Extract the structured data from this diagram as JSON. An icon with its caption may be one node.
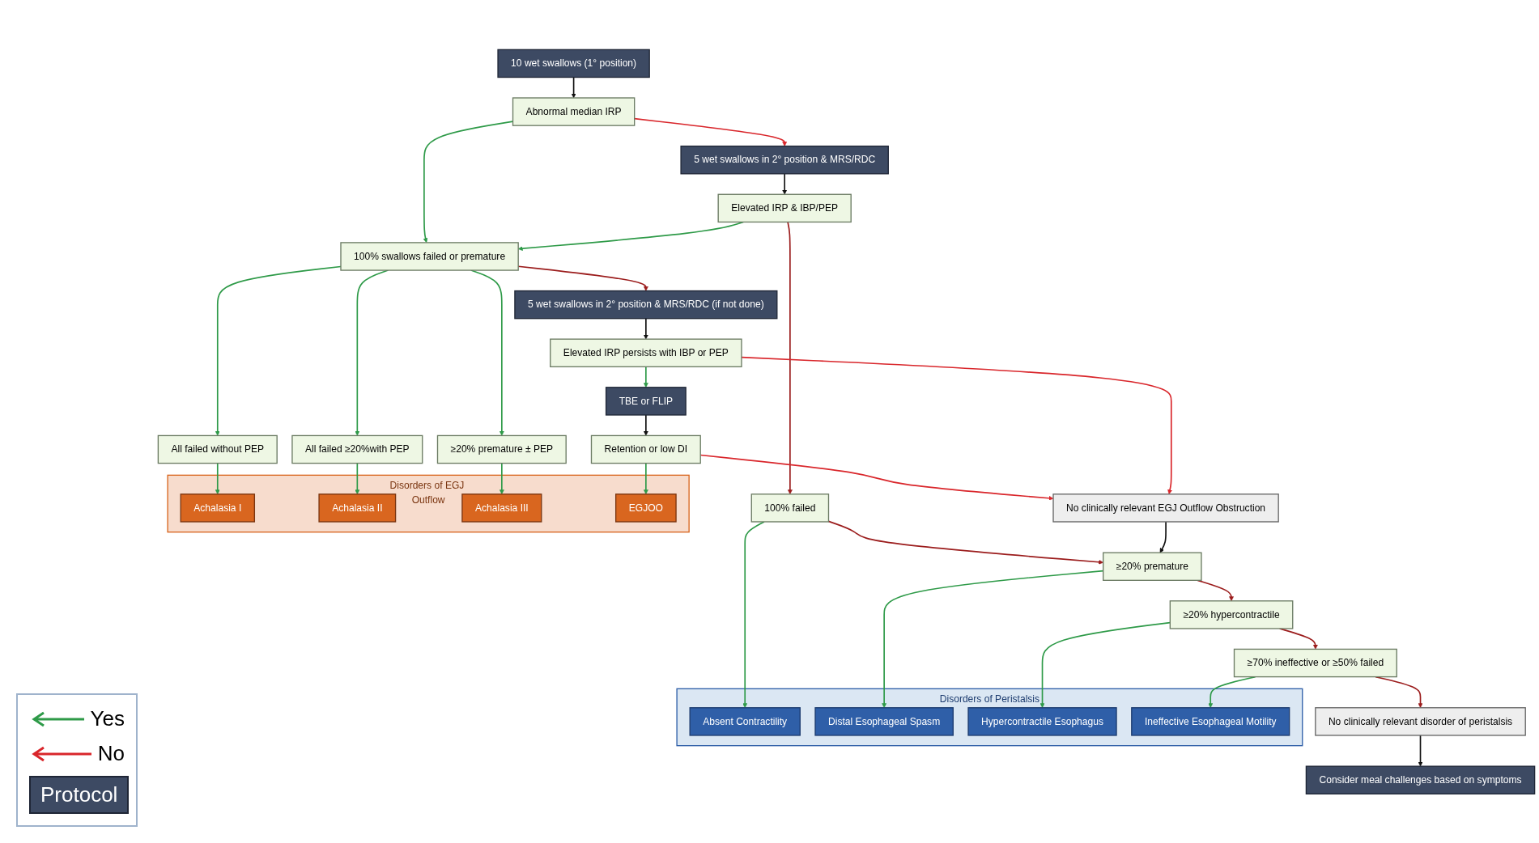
{
  "diagram": {
    "nodes": [
      {
        "text": [
          "Disorders of EGJ Outflow"
        ]
      },
      {
        "text": [
          "Achalasia I"
        ],
        "in": 0
      },
      {
        "text": [
          "Achalasia II"
        ],
        "in": 0
      },
      {
        "text": [
          "Achalasia III"
        ],
        "in": 0
      },
      {
        "text": [
          "EGJOO"
        ],
        "in": 0
      },
      {
        "text": [
          "10 wet swallows (1° position)"
        ]
      },
      {
        "text": [
          "Abnormal median IRP"
        ]
      },
      {
        "text": [
          "5 wet swallows in 2° position & MRS/RDC"
        ]
      },
      {
        "text": [
          "All failed without PEP"
        ]
      },
      {
        "text": [
          "All failed ≥20%with PEP"
        ]
      },
      {
        "text": [
          "≥20% premature ± PEP"
        ]
      },
      {
        "text": [
          "100% swallows failed or premature"
        ]
      },
      {
        "text": [
          "Elevated IRP & IBP/PEP"
        ]
      },
      {
        "text": [
          "100% failed"
        ]
      },
      {
        "text": [
          "5 wet swallows in 2° position & MRS/RDC (if not done)"
        ]
      },
      {
        "text": [
          "≥20% premature"
        ]
      },
      {
        "text": [
          "≥20% hypercontractile"
        ]
      },
      {
        "text": [
          "Retention or low DI"
        ]
      },
      {
        "text": [
          "TBE or FLIP"
        ]
      },
      {
        "text": [
          "Elevated IRP persists with IBP or PEP"
        ]
      },
      {
        "text": [
          "≥70% ineffective or ≥50% failed"
        ]
      },
      {
        "text": [
          "No clinically relevant EGJ Outflow Obstruction"
        ]
      },
      {
        "text": [
          "No clinically relevant disorder of peristalsis"
        ]
      },
      {
        "text": [
          "Consider meal challenges based on symptoms"
        ]
      },
      {
        "text": [
          "Disorders of Peristalsis"
        ]
      },
      {
        "text": [
          "Absent Contractility"
        ],
        "in": 24
      },
      {
        "text": [
          "Distal Esophageal Spasm"
        ],
        "in": 24
      },
      {
        "text": [
          "Hypercontractile Esophagus"
        ],
        "in": 24
      },
      {
        "text": [
          "Ineffective Esophageal Motility"
        ],
        "in": 24
      }
    ],
    "edges": [
      {
        "from": 5,
        "to": 6,
        "arrow": "to",
        "color": "#111111"
      },
      {
        "from": 6,
        "to": 7,
        "arrow": "to",
        "color": "#d9262b"
      },
      {
        "from": 6,
        "to": 11,
        "arrow": "to",
        "color": "#2e9a48"
      },
      {
        "from": 7,
        "to": 12,
        "arrow": "to",
        "color": "#111111"
      },
      {
        "from": 12,
        "to": 11,
        "arrow": "to",
        "color": "#2e9a48"
      },
      {
        "from": 11,
        "to": 8,
        "arrow": "to",
        "color": "#2e9a48"
      },
      {
        "from": 11,
        "to": 9,
        "arrow": "to",
        "color": "#2e9a48"
      },
      {
        "from": 11,
        "to": 10,
        "arrow": "to",
        "color": "#2e9a48"
      },
      {
        "from": 8,
        "to": 1,
        "arrow": "to",
        "color": "#2e9a48"
      },
      {
        "from": 9,
        "to": 2,
        "arrow": "to",
        "color": "#2e9a48"
      },
      {
        "from": 10,
        "to": 3,
        "arrow": "to",
        "color": "#2e9a48"
      },
      {
        "from": 11,
        "to": 14,
        "arrow": "to",
        "color": "#9b1c1c"
      },
      {
        "from": 12,
        "to": 13,
        "arrow": "to",
        "color": "#9b1c1c"
      },
      {
        "from": 13,
        "to": 25,
        "arrow": "to",
        "color": "#2e9a48"
      },
      {
        "from": 13,
        "to": 15,
        "arrow": "to",
        "color": "#9b1c1c"
      },
      {
        "from": 15,
        "to": 26,
        "arrow": "to",
        "color": "#2e9a48"
      },
      {
        "from": 15,
        "to": 16,
        "arrow": "to",
        "color": "#9b1c1c"
      },
      {
        "from": 16,
        "to": 27,
        "arrow": "to",
        "color": "#2e9a48"
      },
      {
        "from": 16,
        "to": 20,
        "arrow": "to",
        "color": "#9b1c1c"
      },
      {
        "from": 20,
        "to": 28,
        "arrow": "to",
        "color": "#2e9a48"
      },
      {
        "from": 20,
        "to": 22,
        "arrow": "to",
        "color": "#9b1c1c"
      },
      {
        "from": 22,
        "to": 23,
        "arrow": "to",
        "color": "#111111"
      },
      {
        "from": 14,
        "to": 19,
        "arrow": "to",
        "color": "#111111"
      },
      {
        "from": 19,
        "to": 18,
        "arrow": "to",
        "color": "#2e9a48"
      },
      {
        "from": 18,
        "to": 17,
        "arrow": "to",
        "color": "#111111"
      },
      {
        "from": 17,
        "to": 4,
        "arrow": "to",
        "color": "#2e9a48"
      },
      {
        "from": 17,
        "to": 21,
        "arrow": "to",
        "color": "#d9262b"
      },
      {
        "from": 19,
        "to": 21,
        "arrow": "to",
        "color": "#d9262b"
      },
      {
        "from": 21,
        "to": 15,
        "arrow": "to",
        "color": "#111111"
      }
    ],
    "legend": [
      {
        "text": "Yes"
      },
      {
        "text": "No"
      },
      {
        "text": "Protocol",
        "color": "#3d4a63"
      }
    ]
  }
}
